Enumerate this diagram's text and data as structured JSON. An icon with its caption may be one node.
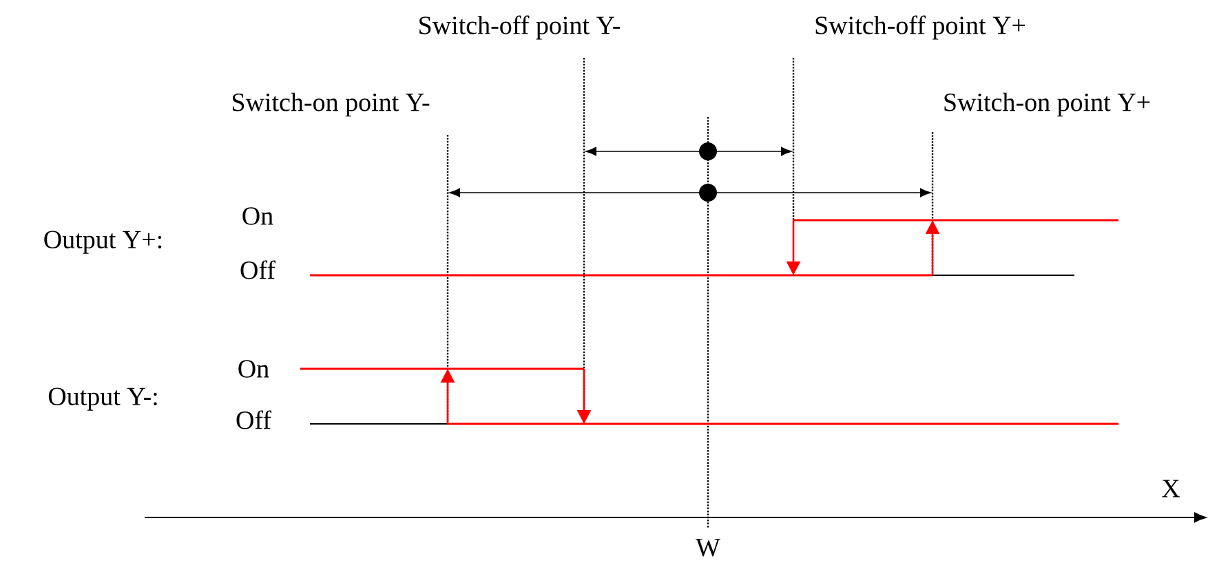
{
  "diagram": {
    "labels": [
      "Switch-off point Y-",
      "Switch-off point Y+",
      "Switch-on point Y-",
      "Switch-on point Y+",
      "On",
      "Output Y+:",
      "Off",
      "On",
      "Output Y-:",
      "Off",
      "X",
      "W"
    ]
  }
}
